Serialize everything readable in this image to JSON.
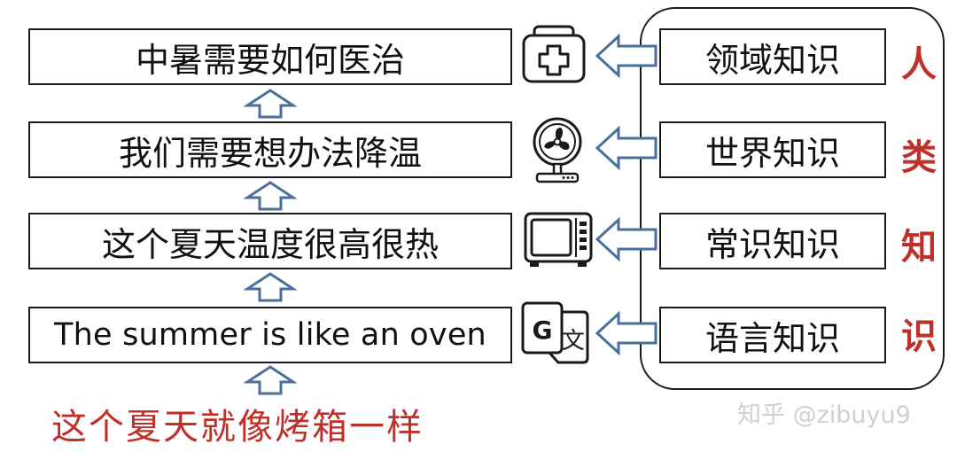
{
  "left_boxes": [
    {
      "text": "中暑需要如何医治"
    },
    {
      "text": "我们需要想办法降温"
    },
    {
      "text": "这个夏天温度很高很热"
    },
    {
      "text": "The summer is like an oven"
    }
  ],
  "right_boxes": [
    {
      "text": "领域知识"
    },
    {
      "text": "世界知识"
    },
    {
      "text": "常识知识"
    },
    {
      "text": "语言知识"
    }
  ],
  "side_label": [
    "人",
    "类",
    "知",
    "识"
  ],
  "icons": [
    "first-aid-kit-icon",
    "electric-fan-icon",
    "microwave-oven-icon",
    "translate-icon"
  ],
  "translate_icon_letters": {
    "latin": "G",
    "cjk": "文"
  },
  "bottom_text": "这个夏天就像烤箱一样",
  "watermark": "知乎 @zibuyu9",
  "colors": {
    "arrow_stroke": "#4a6f9c",
    "accent_red": "#c0302b",
    "box_border": "#1a1a1a"
  }
}
